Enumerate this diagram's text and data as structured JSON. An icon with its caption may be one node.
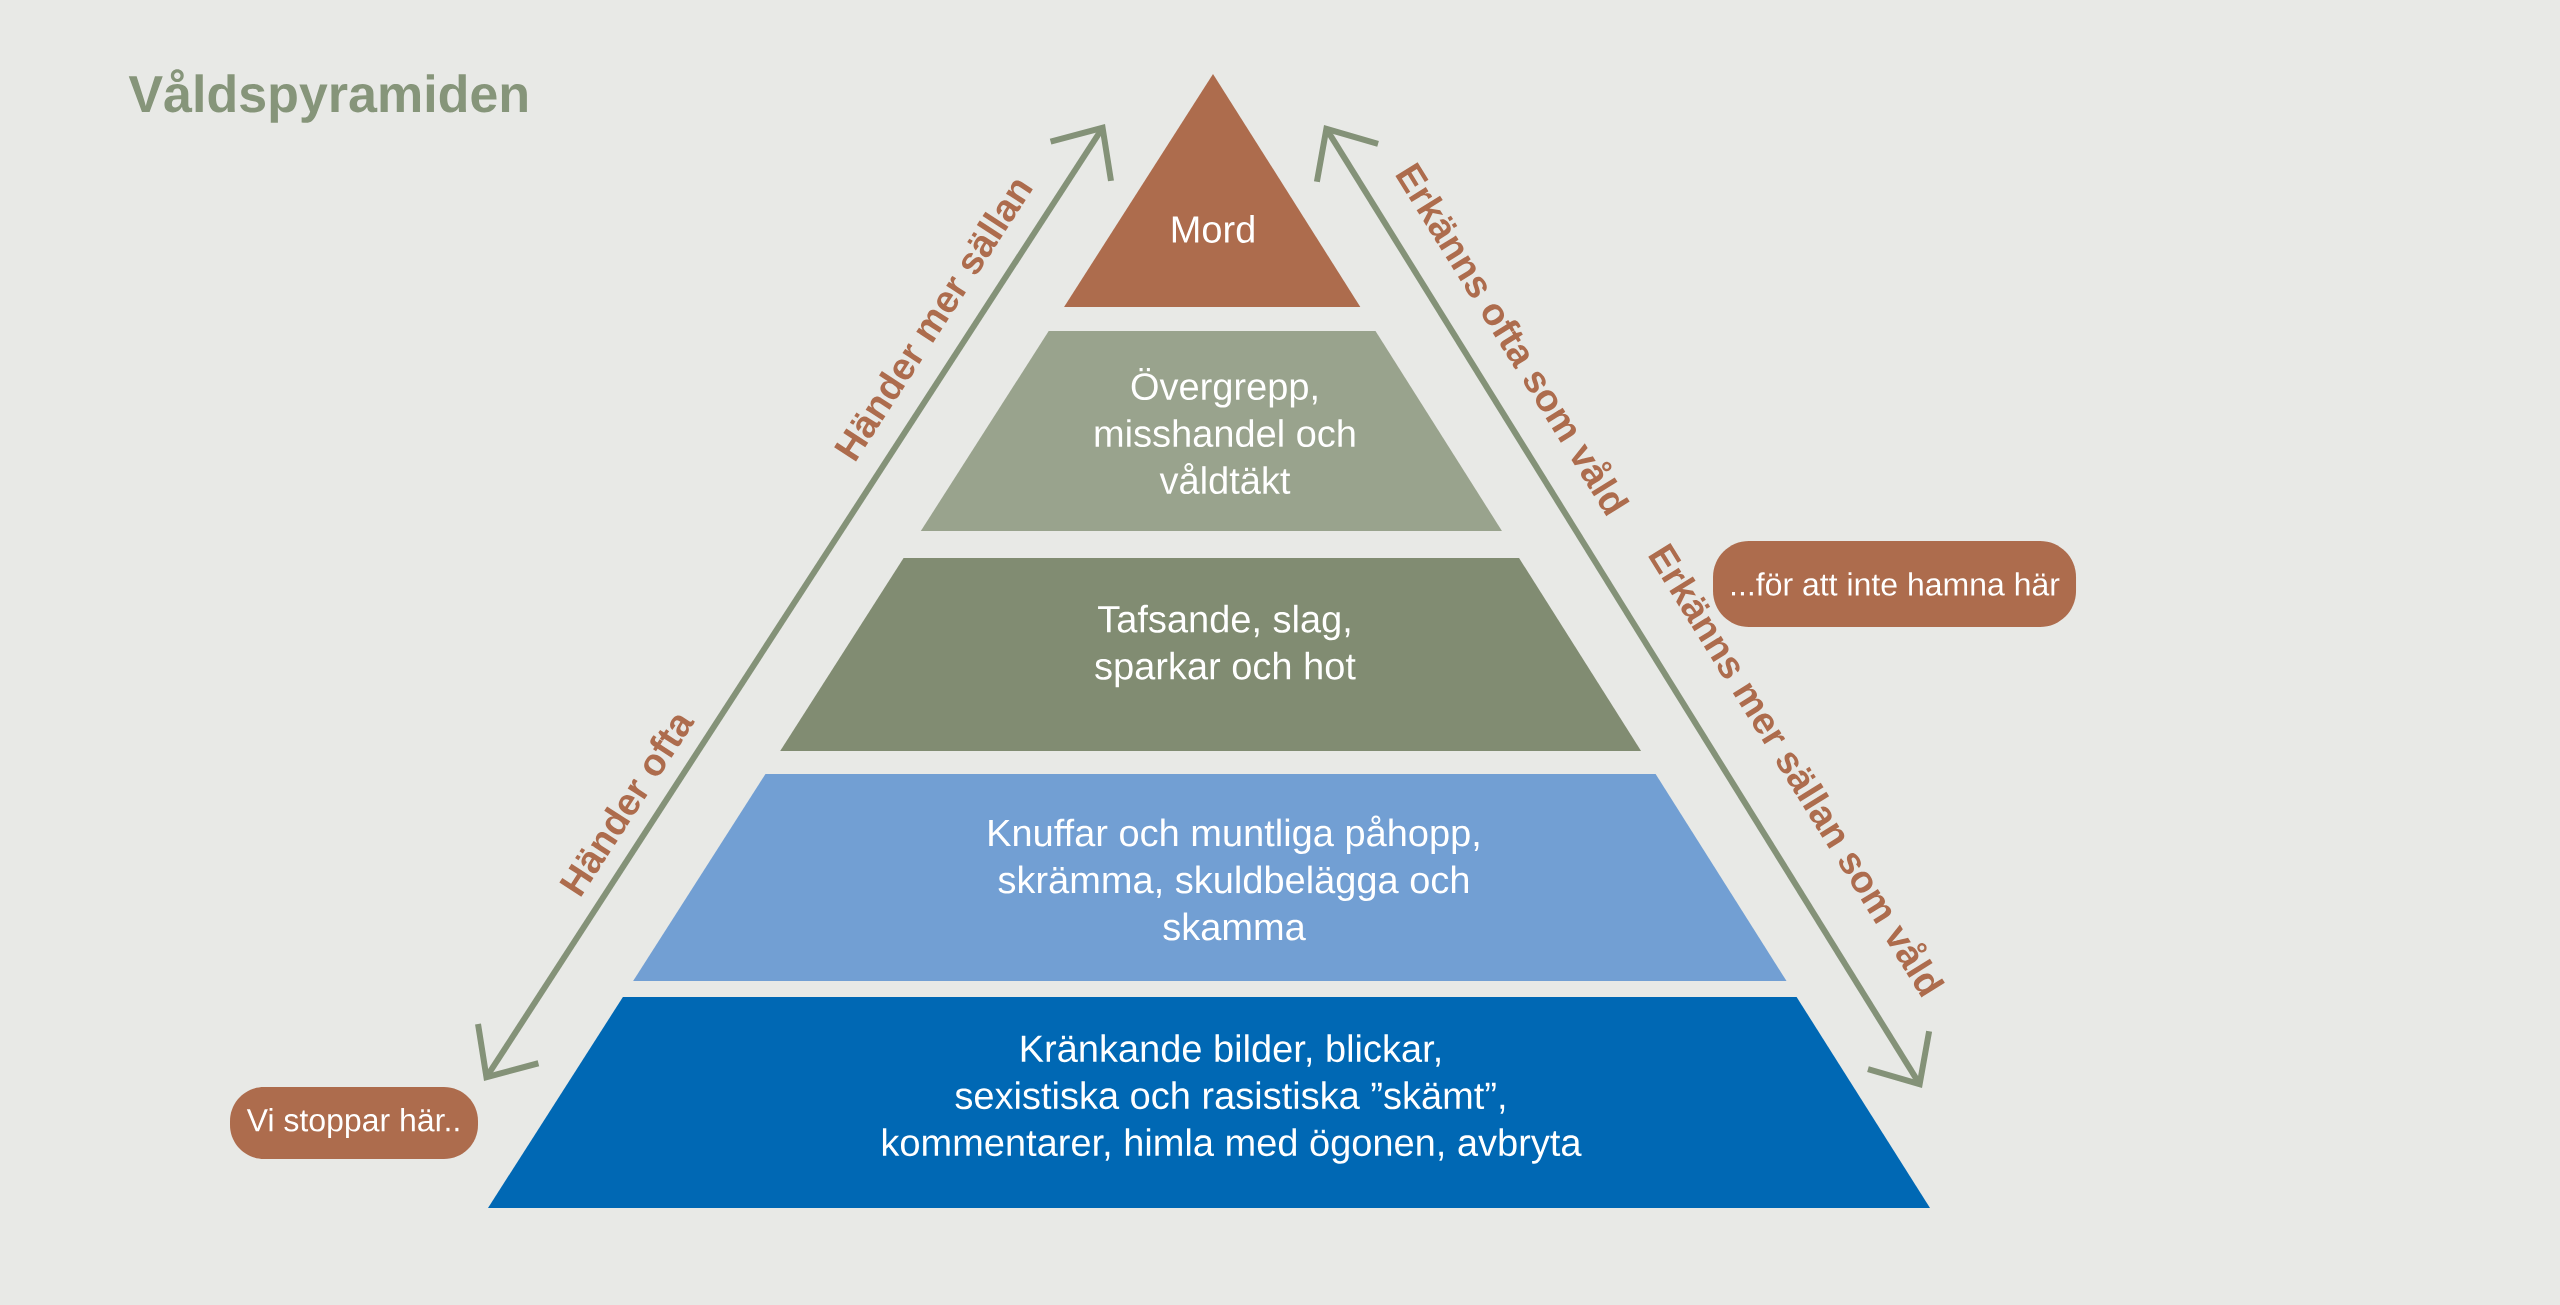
{
  "diagram": {
    "title": "Våldspyramiden",
    "nodes": [
      {
        "text": [
          "Mord"
        ]
      },
      {
        "text": [
          "Övergrepp, misshandel och våldtäkt"
        ]
      },
      {
        "text": [
          "Tafsande, slag, sparkar och hot"
        ]
      },
      {
        "text": [
          "Knuffar och muntliga påhopp, skrämma, skuldbelägga och skamma"
        ]
      },
      {
        "text": [
          "Kränkande bilder, blickar, sexistiska och rasistiska ”skämt”, kommentarer, himla med ögonen, avbryta"
        ]
      },
      {
        "text": [
          "...för att inte hamna här"
        ]
      },
      {
        "text": [
          "Vi stoppar här.."
        ]
      }
    ],
    "labels": [
      "Händer mer sällan",
      "Erkänns ofta som våld",
      "Erkänns mer sällan som våld",
      "Händer ofta"
    ]
  }
}
